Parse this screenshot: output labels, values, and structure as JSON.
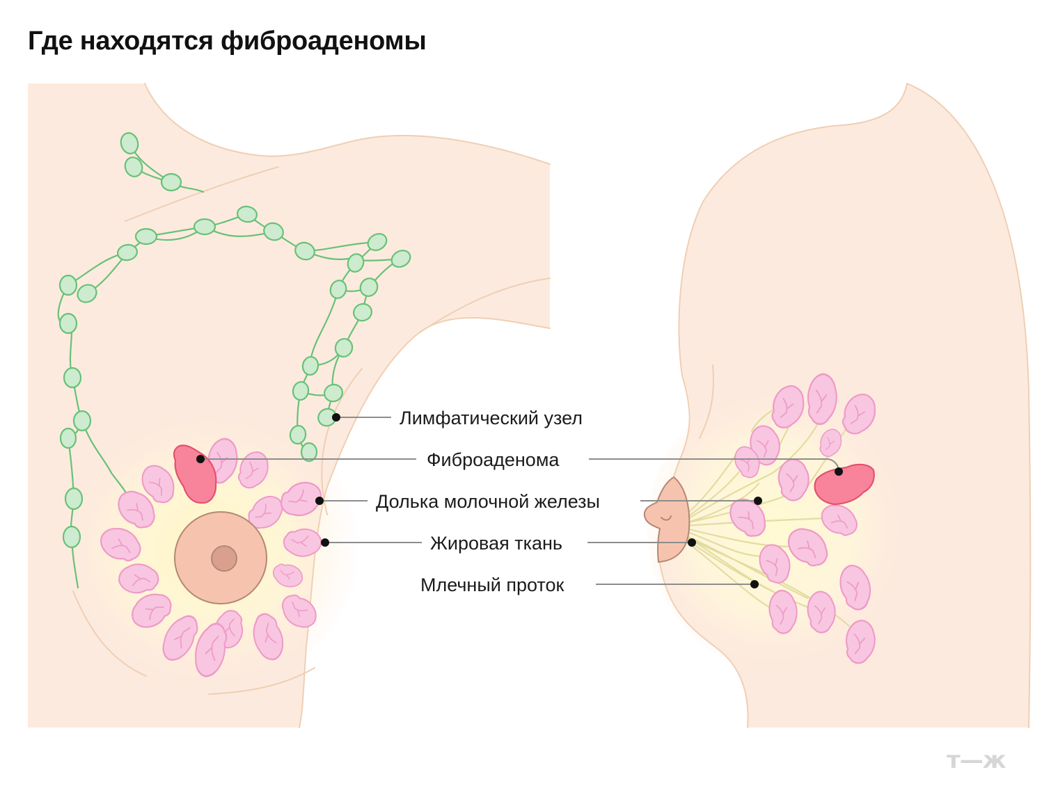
{
  "header": {
    "title": "Где находятся фиброаденомы"
  },
  "labels": [
    {
      "id": "lymph-node",
      "text": "Лимфатический узел"
    },
    {
      "id": "fibroadenoma",
      "text": "Фиброаденома"
    },
    {
      "id": "lobule",
      "text": "Долька молочной железы"
    },
    {
      "id": "fatty-tissue",
      "text": "Жировая ткань"
    },
    {
      "id": "milk-duct",
      "text": "Млечный проток"
    }
  ],
  "logo": {
    "text": "т—ж"
  },
  "colors": {
    "skin": "#fdeade",
    "skin_outline": "#efcfb4",
    "lymph_fill": "#cdebcf",
    "lymph_stroke": "#67c178",
    "lobule_fill": "#f8c6e1",
    "lobule_stroke": "#ee9ac8",
    "fibroadenoma_fill": "#f8849c",
    "fibroadenoma_stroke": "#e4506e",
    "areola": "#f6c4ae",
    "nipple": "#d9a08d",
    "duct": "#e2dda0",
    "leader": "#1a1a1a"
  }
}
